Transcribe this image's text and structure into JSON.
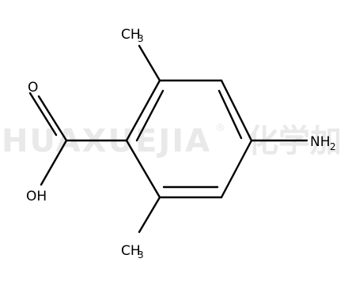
{
  "watermark": {
    "text": "HUAXUEJIA",
    "registered": "®",
    "chinese": "化学加"
  },
  "labels": {
    "methyl_top": {
      "main": "CH",
      "sub": "3"
    },
    "methyl_bottom": {
      "main": "CH",
      "sub": "3"
    },
    "amine": {
      "main": "NH",
      "sub": "2"
    },
    "carbonyl_oxygen": "O",
    "hydroxyl": "OH"
  }
}
